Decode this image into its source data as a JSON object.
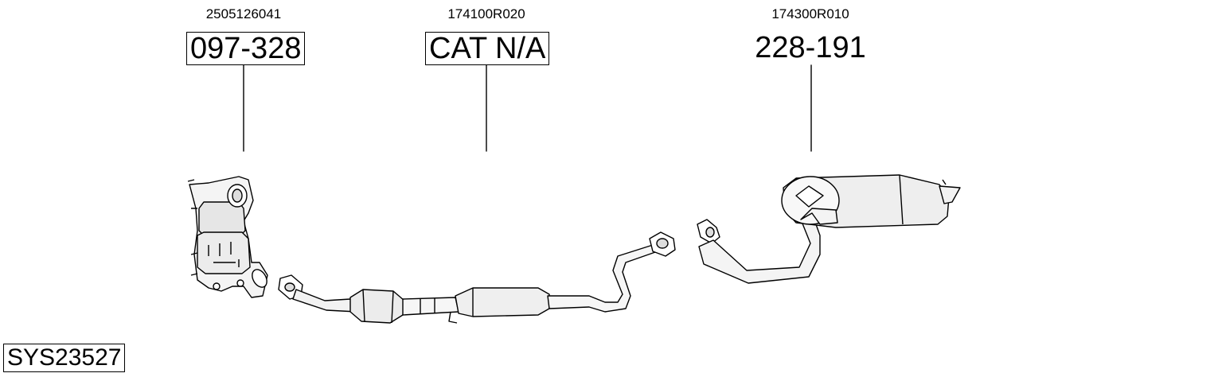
{
  "system_code": "SYS23527",
  "components": [
    {
      "oem_number": "2505126041",
      "part_number": "097-328",
      "boxed": true
    },
    {
      "oem_number": "174100R020",
      "part_number": "CAT N/A",
      "boxed": true
    },
    {
      "oem_number": "174300R010",
      "part_number": "228-191",
      "boxed": false
    }
  ]
}
